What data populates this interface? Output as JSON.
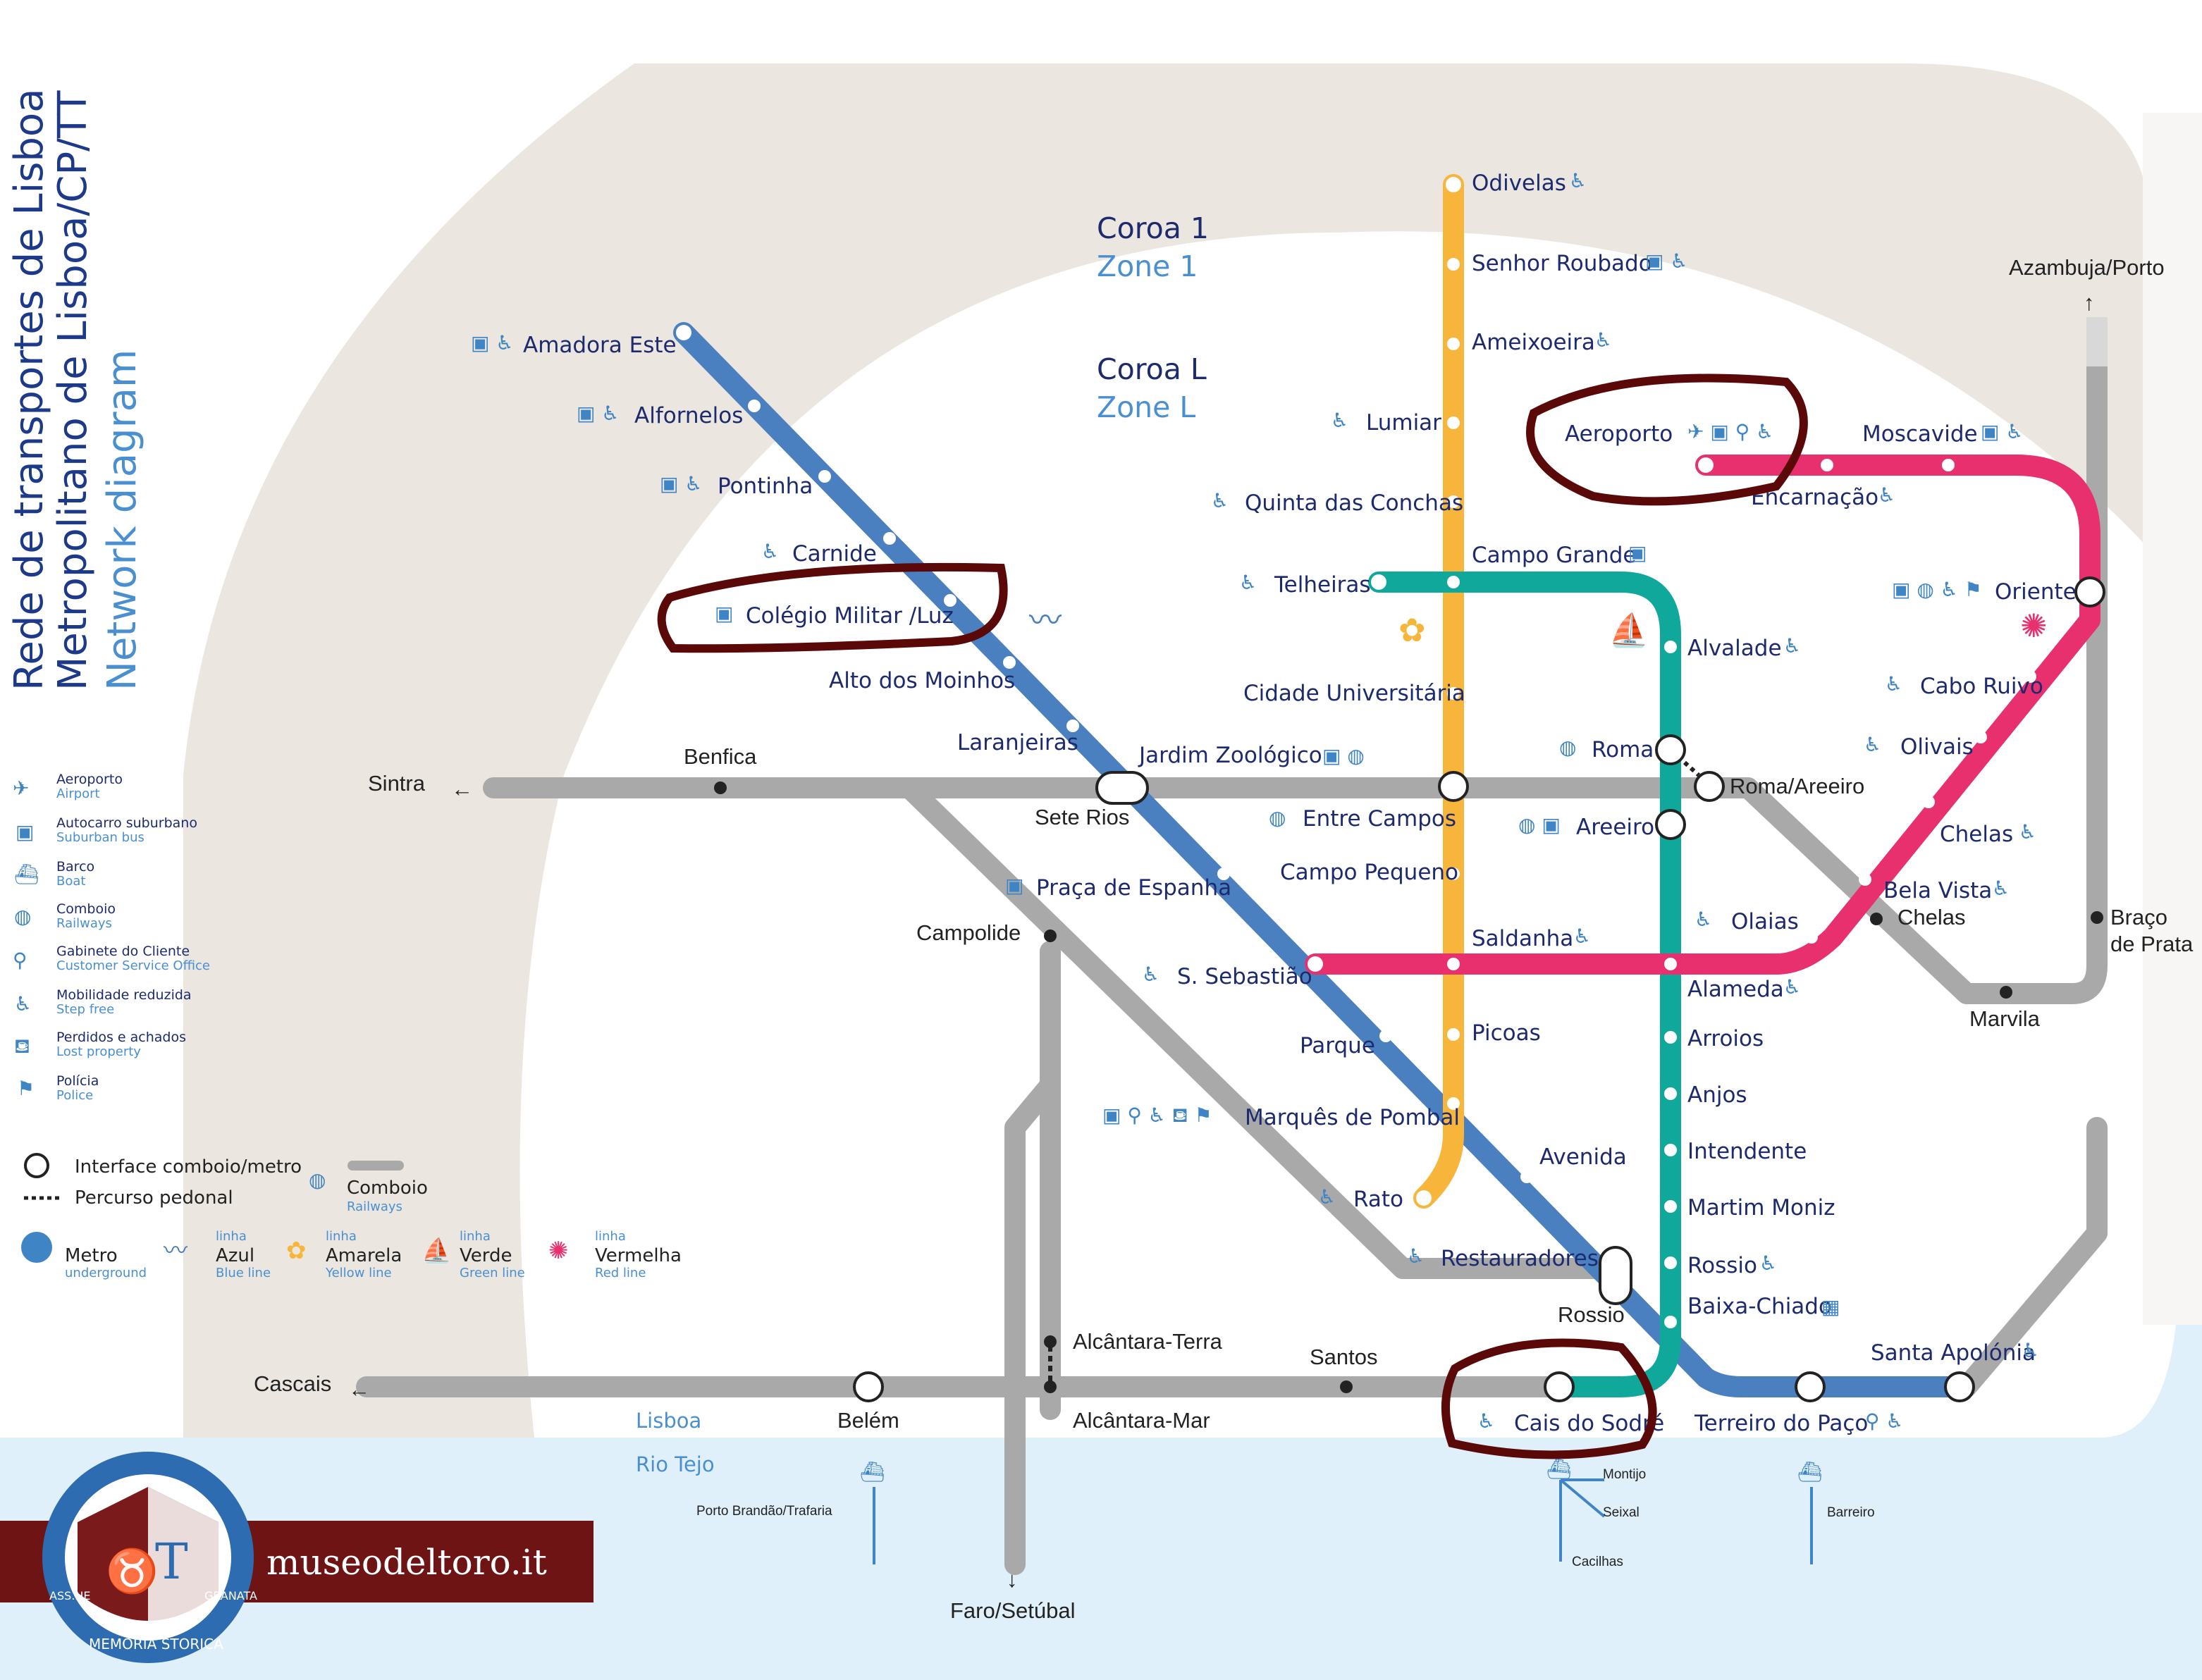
{
  "title": {
    "line1": "Rede de transportes de Lisboa",
    "line2": "Metropolitano de Lisboa/CP/TT",
    "line3": "Network diagram"
  },
  "zones": {
    "coroa1": "Coroa 1",
    "zone1": "Zone 1",
    "coroaL": "Coroa L",
    "zoneL": "Zone L"
  },
  "directions": {
    "sintra": "Sintra",
    "cascais": "Cascais",
    "faro": "Faro/Setúbal",
    "azambuja": "Azambuja/Porto"
  },
  "colors": {
    "blue": "#4a80c0",
    "yellow": "#f7b53b",
    "green": "#10a89a",
    "red": "#e8306e",
    "rail": "#a9a9a9",
    "river": "#dff0fa",
    "brand": "#6e1414"
  },
  "blue_line": [
    "Amadora Este",
    "Alfornelos",
    "Pontinha",
    "Carnide",
    "Colégio Militar /Luz",
    "Alto dos Moinhos",
    "Laranjeiras",
    "Jardim Zoológico",
    "Praça de Espanha",
    "S. Sebastião",
    "Parque",
    "Marquês de Pombal",
    "Avenida",
    "Restauradores",
    "Baixa-Chiado",
    "Terreiro do Paço",
    "Santa Apolónia"
  ],
  "yellow_line": [
    "Odivelas",
    "Senhor Roubado",
    "Ameixoeira",
    "Lumiar",
    "Quinta das Conchas",
    "Campo Grande",
    "Cidade Universitária",
    "Entre Campos",
    "Campo Pequeno",
    "Saldanha",
    "Picoas",
    "Rato"
  ],
  "green_line": [
    "Telheiras",
    "Alvalade",
    "Roma",
    "Areeiro",
    "Alameda",
    "Arroios",
    "Anjos",
    "Intendente",
    "Martim Moniz",
    "Rossio",
    "Cais do Sodré"
  ],
  "red_line": [
    "Aeroporto",
    "Encarnação",
    "Moscavide",
    "Oriente",
    "Cabo Ruivo",
    "Olivais",
    "Chelas",
    "Bela Vista",
    "Olaias"
  ],
  "rail_stations": [
    "Benfica",
    "Sete Rios",
    "Roma/Areeiro",
    "Campolide",
    "Chelas",
    "Marvila",
    "Braço",
    "de Prata",
    "Rossio",
    "Alcântara-Terra",
    "Alcântara-Mar",
    "Santos",
    "Belém"
  ],
  "river": {
    "lisboa": "Lisboa",
    "tejo": "Rio Tejo"
  },
  "ferries": [
    "Porto Brandão/Trafaria",
    "Montijo",
    "Seixal",
    "Cacilhas",
    "Barreiro"
  ],
  "legend": {
    "items": [
      {
        "label": "Aeroporto",
        "sub": "Airport"
      },
      {
        "label": "Autocarro suburbano",
        "sub": "Suburban bus"
      },
      {
        "label": "Barco",
        "sub": "Boat"
      },
      {
        "label": "Comboio",
        "sub": "Railways"
      },
      {
        "label": "Gabinete do Cliente",
        "sub": "Customer Service Office"
      },
      {
        "label": "Mobilidade reduzida",
        "sub": "Step free"
      },
      {
        "label": "Perdidos e achados",
        "sub": "Lost property"
      },
      {
        "label": "Polícia",
        "sub": "Police"
      }
    ],
    "interface": "Interface comboio/metro",
    "walk": "Percurso pedonal",
    "comboio": "Comboio",
    "railways": "Railways",
    "metro": "Metro",
    "underground": "underground",
    "linha": "linha",
    "azul": "Azul",
    "blue": "Blue line",
    "amarela": "Amarela",
    "yellow": "Yellow line",
    "verde": "Verde",
    "green": "Green line",
    "vermelha": "Vermelha",
    "red": "Red line"
  },
  "brand": {
    "site": "museodeltoro.it",
    "ass": "ASS.NE",
    "memoria": "MEMORIA STORICA",
    "granata": "GRANATA"
  }
}
